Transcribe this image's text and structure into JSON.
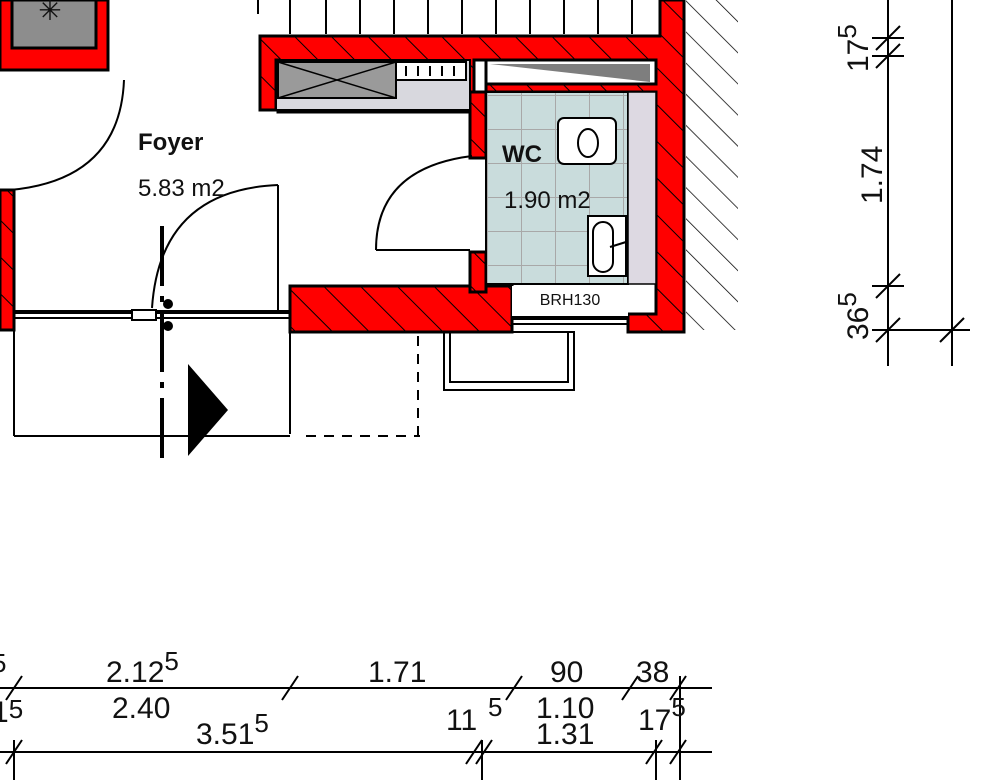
{
  "rooms": {
    "foyer": {
      "name": "Foyer",
      "area": "5.83 m2"
    },
    "wc": {
      "name": "WC",
      "area": "1.90 m2"
    }
  },
  "window_tag": "BRH130",
  "vertical_dims": {
    "d1": {
      "main": "17",
      "sup": "5"
    },
    "d2": {
      "main": "1.74"
    },
    "d3": {
      "main": "36",
      "sup": "5"
    }
  },
  "bottom_dims": {
    "row1": {
      "edge_sup": "5",
      "d212": {
        "main": "2.12",
        "sup": "5"
      },
      "d171": {
        "main": "1.71"
      },
      "d90": {
        "main": "90"
      },
      "d38": {
        "main": "38"
      }
    },
    "row2": {
      "d15": {
        "main": "1",
        "sup": "5"
      },
      "d240": {
        "main": "2.40"
      },
      "d110": {
        "main": "1.10"
      },
      "d5": {
        "sup": "5"
      },
      "d175": {
        "main": "17",
        "sup": "5"
      }
    },
    "row3": {
      "d351": {
        "main": "3.51",
        "sup": "5"
      },
      "d115": {
        "main": "11",
        "sup": "5"
      },
      "d131": {
        "main": "1.31"
      }
    }
  },
  "colors": {
    "wall": "#ff0000",
    "tile": "#c9dcdc",
    "grey": "#8a8a8a"
  }
}
